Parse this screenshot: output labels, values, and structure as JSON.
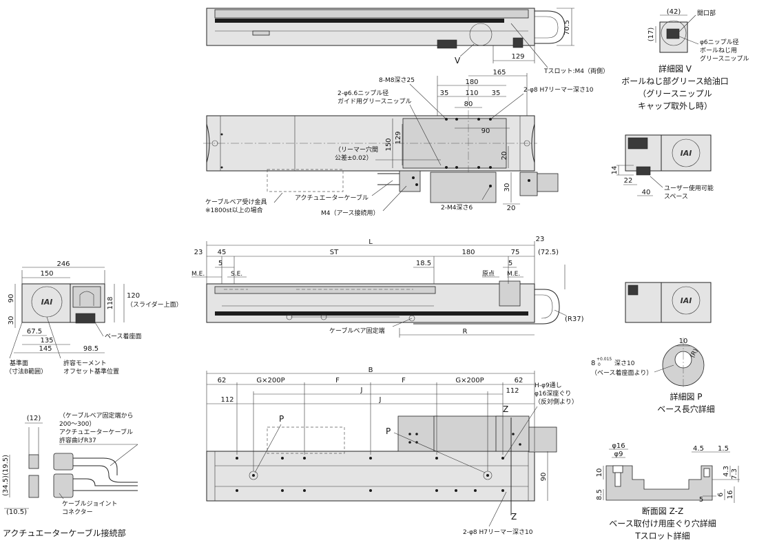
{
  "top_view": {
    "dims": {
      "h_right": "70.5",
      "w_bottom": "129"
    },
    "labels": {
      "v_marker": "V",
      "t_slot": "Tスロット:M4（両側）"
    }
  },
  "detail_v": {
    "dims": {
      "d42": "(42)",
      "d17": "(17)"
    },
    "labels": {
      "opening": "開口部",
      "nipple_1": "φ6ニップル径",
      "nipple_2": "ボールねじ用",
      "nipple_3": "グリースニップル",
      "caption_1": "詳細図 V",
      "caption_2": "ボールねじ部グリース給油口",
      "caption_3": "（グリースニップル",
      "caption_4": "キャップ取外し時）"
    }
  },
  "plan_view": {
    "dims": {
      "d165": "165",
      "d180": "180",
      "d35a": "35",
      "d110": "110",
      "d35b": "35",
      "d80": "80",
      "d90": "90",
      "d150": "150",
      "d129": "129",
      "d20a": "20",
      "d30": "30",
      "d20b": "20"
    },
    "labels": {
      "m8": "8-M8深さ25",
      "nipple_1": "2-φ6.6ニップル径",
      "nipple_2": "ガイド用グリースニップル",
      "reamer": "2-φ8 H7リーマー深さ10",
      "reamer_pitch_1": "（リーマー穴間",
      "reamer_pitch_2": "公差±0.02）",
      "cable_bracket_1": "ケーブルベア受け金具",
      "cable_bracket_2": "※1800st以上の場合",
      "actuator_cable": "アクチュエーターケーブル",
      "m4_ground": "M4（アース接続用）",
      "m4_depth": "2-M4深さ6"
    }
  },
  "end_view_small": {
    "dims": {
      "d14": "14",
      "d22": "22",
      "d40": "40"
    },
    "labels": {
      "space_1": "ユーザー使用可能",
      "space_2": "スペース"
    },
    "logo": "IAI"
  },
  "side_view": {
    "dims": {
      "L": "L",
      "d23a": "23",
      "d23b": "23",
      "d45": "45",
      "ST": "ST",
      "d180": "180",
      "d75": "75",
      "d72_5": "(72.5)",
      "d5a": "5",
      "d18_5": "18.5",
      "d5b": "5",
      "R": "R",
      "R37": "(R37)"
    },
    "labels": {
      "me_left": "M.E.",
      "se": "S.E.",
      "origin": "原点",
      "me_right": "M.E.",
      "cable_fixed": "ケーブルベア固定端"
    }
  },
  "end_view_large": {
    "dims": {
      "d246": "246",
      "d150": "150",
      "d90": "90",
      "d30": "30",
      "d118": "118",
      "d120": "120",
      "d120_note": "（スライダー上面）",
      "d67_5": "67.5",
      "d135": "135",
      "d145": "145",
      "d98_5": "98.5"
    },
    "labels": {
      "base_seat": "ベース着座面",
      "ref_face_1": "基準面",
      "ref_face_2": "（寸法B範囲）",
      "moment_1": "許容モーメント",
      "moment_2": "オフセット基準位置"
    },
    "logo": "IAI"
  },
  "detail_p": {
    "dims": {
      "d10": "10",
      "R": "(R)",
      "tol_main": "8",
      "tol_sup": "+0.015",
      "tol_sub": "0",
      "tol_depth": "深さ10"
    },
    "labels": {
      "seat_note": "（ベース着座面より）",
      "caption_1": "詳細図 P",
      "caption_2": "ベース長穴詳細"
    }
  },
  "bottom_view": {
    "dims": {
      "B": "B",
      "d62a": "62",
      "g1": "G×200P",
      "F1": "F",
      "F2": "F",
      "g2": "G×200P",
      "d62b": "62",
      "J1": "J",
      "J2": "J",
      "d112a": "112",
      "d112b": "112",
      "d90": "90"
    },
    "labels": {
      "holes_1": "H-φ9通し",
      "holes_2": "φ16深座ぐり",
      "holes_3": "（反対側より）",
      "z_top": "Z",
      "z_bottom": "Z",
      "p1": "P",
      "p2": "P",
      "reamer": "2-φ8 H7リーマー深さ10"
    }
  },
  "connector": {
    "dims": {
      "d12": "(12)",
      "d19_5": "(19.5)",
      "d34_5": "(34.5)",
      "d10_5": "(10.5)"
    },
    "labels": {
      "fixed_1": "（ケーブルベア固定端から",
      "fixed_2": "200～300）",
      "cable_1": "アクチュエーターケーブル",
      "cable_2": "許容曲げR37",
      "joint_1": "ケーブルジョイント",
      "joint_2": "コネクター",
      "caption": "アクチュエーターケーブル接続部"
    }
  },
  "section_zz": {
    "dims": {
      "d16": "φ16",
      "d9": "φ9",
      "d4_5": "4.5",
      "d1_5": "1.5",
      "d10": "10",
      "d8_5": "8.5",
      "d4_3": "4.3",
      "d7_3": "7.3",
      "d5": "5",
      "d6": "6",
      "d16b": "16"
    },
    "labels": {
      "caption_1": "断面図 Z-Z",
      "caption_2": "ベース取付け用座ぐり穴詳細",
      "caption_3": "Tスロット詳細"
    }
  }
}
